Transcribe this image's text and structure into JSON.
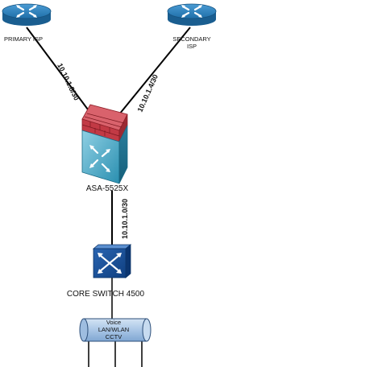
{
  "nodes": {
    "primary_isp": {
      "label": "PRIMARY ISP",
      "icon": "router-icon"
    },
    "secondary_isp": {
      "label_line1": "SECONDARY",
      "label_line2": "ISP",
      "icon": "router-icon"
    },
    "firewall": {
      "label": "ASA-5525X",
      "icon": "firewall-icon"
    },
    "core_switch": {
      "label": "CORE SWITCH 4500",
      "icon": "switch-icon"
    },
    "lan_bus": {
      "line1": "Voice",
      "line2": "LAN/WLAN",
      "line3": "CCTV",
      "icon": "lan-bus-icon"
    }
  },
  "links": {
    "primary_to_firewall": "10.10.1.8/30",
    "secondary_to_firewall": "10.10.1.4/30",
    "firewall_to_core": "10.10.1.0/30"
  },
  "colors": {
    "router_blue": "#1f6fa8",
    "switch_blue": "#14509a",
    "firewall_red": "#c23a45",
    "firewall_body": "#2a8fb0",
    "bus_fill": "#a9c6e6"
  }
}
